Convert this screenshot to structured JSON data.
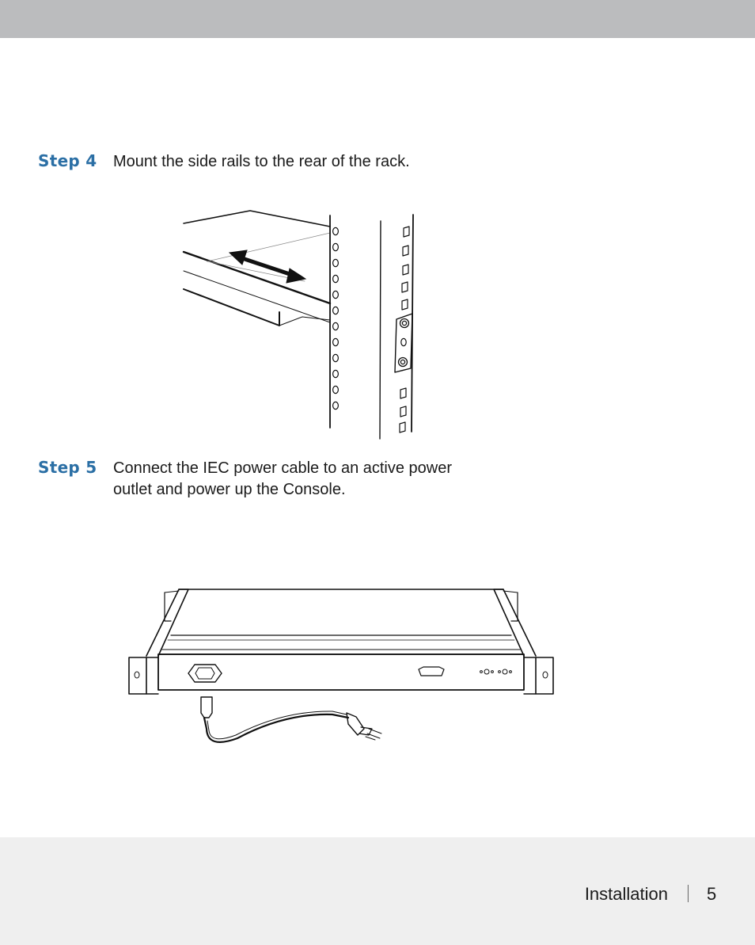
{
  "steps": [
    {
      "label": "Step 4",
      "lines": [
        "Mount the side rails to the rear of the rack."
      ]
    },
    {
      "label": "Step 5",
      "lines": [
        "Connect the IEC power cable to an active power",
        "outlet and power up the Console."
      ]
    }
  ],
  "footer": {
    "section": "Installation",
    "page": "5"
  },
  "colors": {
    "accent": "#2b6fa5",
    "top_bar": "#bbbcbe",
    "footer_bg": "#efefef"
  }
}
